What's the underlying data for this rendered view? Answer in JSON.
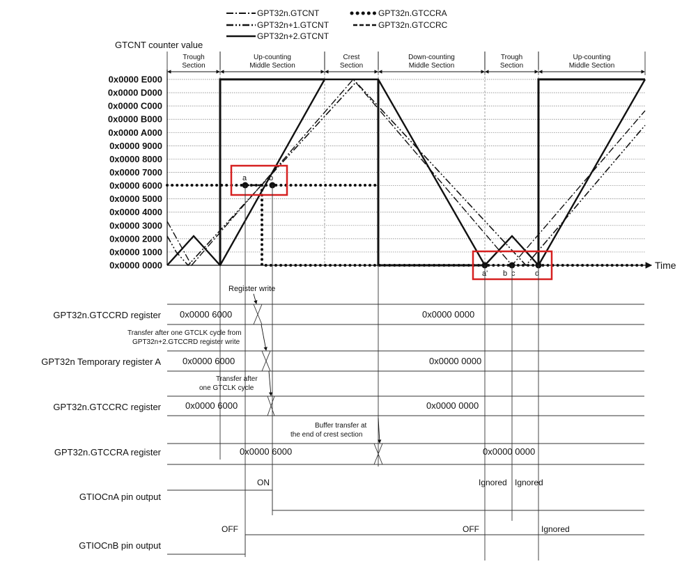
{
  "legend": [
    {
      "key": "gtcnt",
      "label": "GPT32n.GTCNT",
      "dash": "10 3 2 3"
    },
    {
      "key": "gtcnt1",
      "label": "GPT32n+1.GTCNT",
      "dash": "10 3 2 3 2 3"
    },
    {
      "key": "gtcnt2",
      "label": "GPT32n+2.GTCNT",
      "dash": ""
    },
    {
      "key": "ccra",
      "label": "GPT32n.GTCCRA",
      "dash": "dots"
    },
    {
      "key": "ccrc",
      "label": "GPT32n.GTCCRC",
      "dash": "6 3"
    }
  ],
  "y_axis_title": "GTCNT counter value",
  "time_label": "Time",
  "y_ticks": [
    "0x0000 0000",
    "0x0000 1000",
    "0x0000 2000",
    "0x0000 3000",
    "0x0000 4000",
    "0x0000 5000",
    "0x0000 6000",
    "0x0000 7000",
    "0x0000 8000",
    "0x0000 9000",
    "0x0000 A000",
    "0x0000 B000",
    "0x0000 C000",
    "0x0000 D000",
    "0x0000 E000"
  ],
  "sections": [
    {
      "line1": "Trough",
      "line2": "Section"
    },
    {
      "line1": "Up-counting",
      "line2": "Middle Section"
    },
    {
      "line1": "Crest",
      "line2": "Section"
    },
    {
      "line1": "Down-counting",
      "line2": "Middle Section"
    },
    {
      "line1": "Trough",
      "line2": "Section"
    },
    {
      "line1": "Up-counting",
      "line2": "Middle Section"
    }
  ],
  "points": {
    "a": "a",
    "b": "b",
    "a2": "a'",
    "b2": "b",
    "c2": "c",
    "d2": "d"
  },
  "registers": [
    {
      "label": "GPT32n.GTCCRD register",
      "before": "0x0000 6000",
      "after": "0x0000 0000"
    },
    {
      "label": "GPT32n Temporary register A",
      "before": "0x0000 6000",
      "after": "0x0000 0000"
    },
    {
      "label": "GPT32n.GTCCRC register",
      "before": "0x0000 6000",
      "after": "0x0000 0000"
    },
    {
      "label": "GPT32n.GTCCRA register",
      "before": "0x0000 6000",
      "after": "0x0000 0000"
    }
  ],
  "annotations": {
    "register_write": "Register write",
    "transfer1_line1": "Transfer after one GTCLK cycle from",
    "transfer1_line2": "GPT32n+2.GTCCRD register write",
    "transfer2_line1": "Transfer after",
    "transfer2_line2": "one GTCLK cycle",
    "buffer_line1": "Buffer transfer at",
    "buffer_line2": "the end of crest section"
  },
  "pins": [
    {
      "label": "GTIOCnA pin output",
      "states": {
        "on": "ON",
        "ignored1": "Ignored",
        "ignored2": "Ignored"
      }
    },
    {
      "label": "GTIOCnB pin output",
      "states": {
        "off1": "OFF",
        "off2": "OFF",
        "ignored": "Ignored"
      }
    }
  ]
}
